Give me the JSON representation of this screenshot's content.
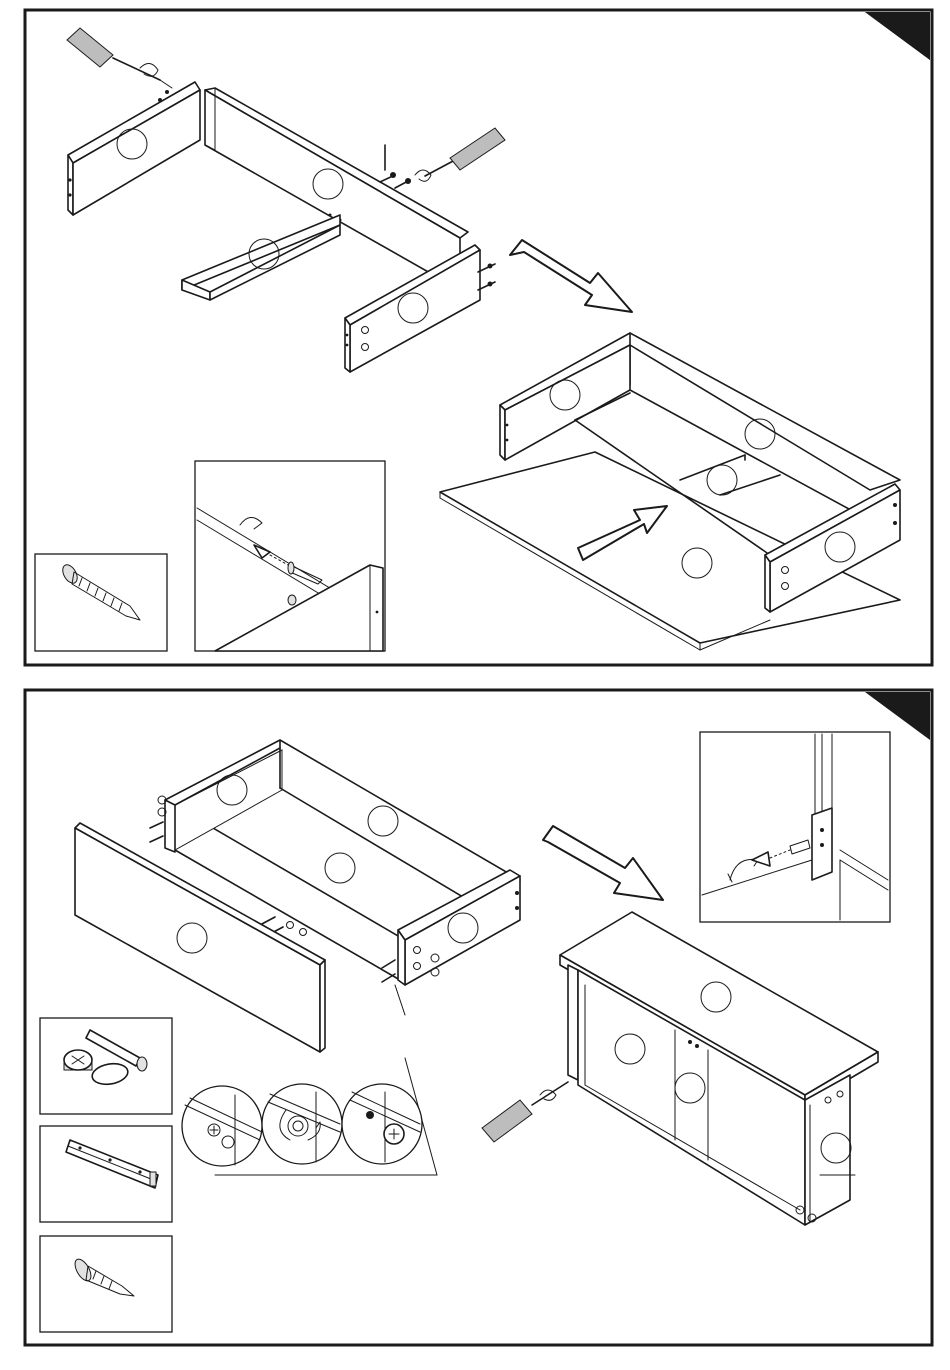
{
  "document": {
    "type": "assembly-instructions",
    "steps": [
      {
        "part_markers": [
          "",
          "",
          "",
          "",
          ""
        ],
        "result_part_markers": [
          "",
          "",
          "",
          "",
          ""
        ],
        "hardware": [
          {
            "icon": "wood-screw-icon"
          }
        ],
        "callout": "screw-into-panel-detail"
      },
      {
        "part_markers": [
          "",
          "",
          "",
          "",
          ""
        ],
        "result_part_markers": [
          "",
          "",
          ""
        ],
        "hardware": [
          {
            "icon": "cam-lock-and-bolt-icon"
          },
          {
            "icon": "drawer-runner-rail-icon"
          },
          {
            "icon": "short-screw-icon"
          }
        ],
        "callout": "runner-screw-detail",
        "lock_sequence": [
          "insert-cam",
          "turn-cam",
          "locked-cam"
        ]
      }
    ]
  }
}
